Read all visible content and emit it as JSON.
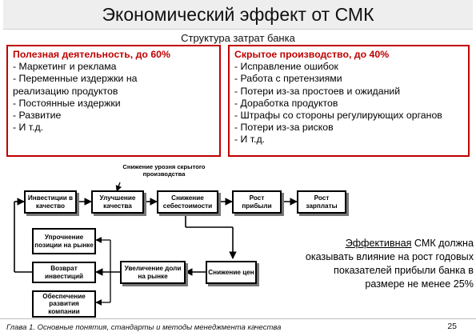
{
  "header": {
    "title": "Экономический эффект от СМК",
    "subtitle": "Структура затрат банка"
  },
  "useful": {
    "heading": "Полезная деятельность, до 60%",
    "items": [
      "- Маркетинг и реклама",
      "- Переменные издержки на",
      "реализацию продуктов",
      "- Постоянные издержки",
      "- Развитие",
      "- И т.д."
    ]
  },
  "hidden": {
    "heading": "Скрытое производство, до 40%",
    "items": [
      "- Исправление ошибок",
      "- Работа с претензиями",
      "- Потери из-за простоев и ожиданий",
      "- Доработка продуктов",
      "- Штрафы со стороны регулирующих органов",
      "- Потери из-за рисков",
      "- И т.д."
    ]
  },
  "flow": {
    "callout": "Снижение урозня скрытого производства",
    "nodes": {
      "investments": "Инвестиции в качество",
      "quality": "Улучшение качества",
      "cost": "Снижение себестоимости",
      "profit": "Рост прибыли",
      "salary": "Рост зарплаты",
      "position": "Упрочнение позиции на рынке",
      "return": "Возврат инвестиций",
      "development": "Обеспечение развития компании",
      "share": "Увеличение доли на рынке",
      "price": "Снижение цен"
    }
  },
  "conclusion": {
    "underlined": "Эффективная",
    "rest": " СМК должна оказывать влияние на рост годовых показателей прибыли банка в размере не менее 25%"
  },
  "footer": {
    "chapter": "Глава 1. Основные понятия, стандарты и методы менеджмента качества",
    "page": "25"
  },
  "colors": {
    "accent": "#c00000",
    "title_bg": "#eeeeee"
  }
}
